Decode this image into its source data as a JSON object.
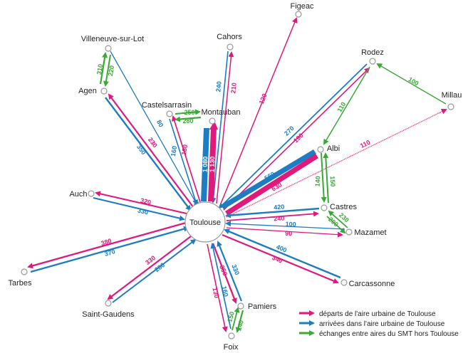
{
  "colors": {
    "departures": "#e0197a",
    "arrivals": "#1d7cc2",
    "exchanges": "#3aa935",
    "node": "#9a9a9a"
  },
  "hub": {
    "label": "Toulouse"
  },
  "cities": {
    "figeac": "Figeac",
    "cahors": "Cahors",
    "villeneuve": "Villeneuve-sur-Lot",
    "agen": "Agen",
    "castelsarrasin": "Castelsarrasin",
    "montauban": "Montauban",
    "rodez": "Rodez",
    "millau": "Millau",
    "albi": "Albi",
    "auch": "Auch",
    "castres": "Castres",
    "mazamet": "Mazamet",
    "tarbes": "Tarbes",
    "carcassonne": "Carcassonne",
    "saintgaudens": "Saint-Gaudens",
    "pamiers": "Pamiers",
    "foix": "Foix"
  },
  "flows": {
    "figeac_dep": "120",
    "cahors_arr": "240",
    "cahors_dep": "210",
    "villeneuve_arr": "80",
    "agen_dep": "230",
    "agen_arr": "350",
    "agen_villeneuve_a": "310",
    "agen_villeneuve_b": "220",
    "castel_arr": "160",
    "castel_dep": "180",
    "castel_mont_a": "250",
    "castel_mont_b": "280",
    "mont_arr": "1 080",
    "mont_dep": "1 130",
    "rodez_arr": "270",
    "rodez_dep": "190",
    "rodez_millau": "100",
    "rodez_albi": "110",
    "millau_dep": "110",
    "albi_arr": "560",
    "albi_dep": "630",
    "albi_castres_a": "140",
    "albi_castres_b": "150",
    "auch_dep": "320",
    "auch_arr": "330",
    "castres_arr": "420",
    "castres_dep": "240",
    "castres_mazamet_a": "230",
    "castres_mazamet_b": "200",
    "mazamet_arr": "100",
    "mazamet_dep": "90",
    "tarbes_dep": "380",
    "tarbes_arr": "370",
    "carca_arr": "400",
    "carca_dep": "340",
    "stg_dep": "330",
    "stg_arr": "280",
    "pamiers_dep": "350",
    "pamiers_arr": "330",
    "foix_dep": "130",
    "foix_arr": "160",
    "foix_pamiers_a": "150",
    "foix_pamiers_b": "240"
  },
  "legend": {
    "departures": "départs de l'aire urbaine de Toulouse",
    "arrivals": "arrivées dans l'aire urbaine de Toulouse",
    "exchanges": "échanges entre aires du SMT hors Toulouse"
  }
}
